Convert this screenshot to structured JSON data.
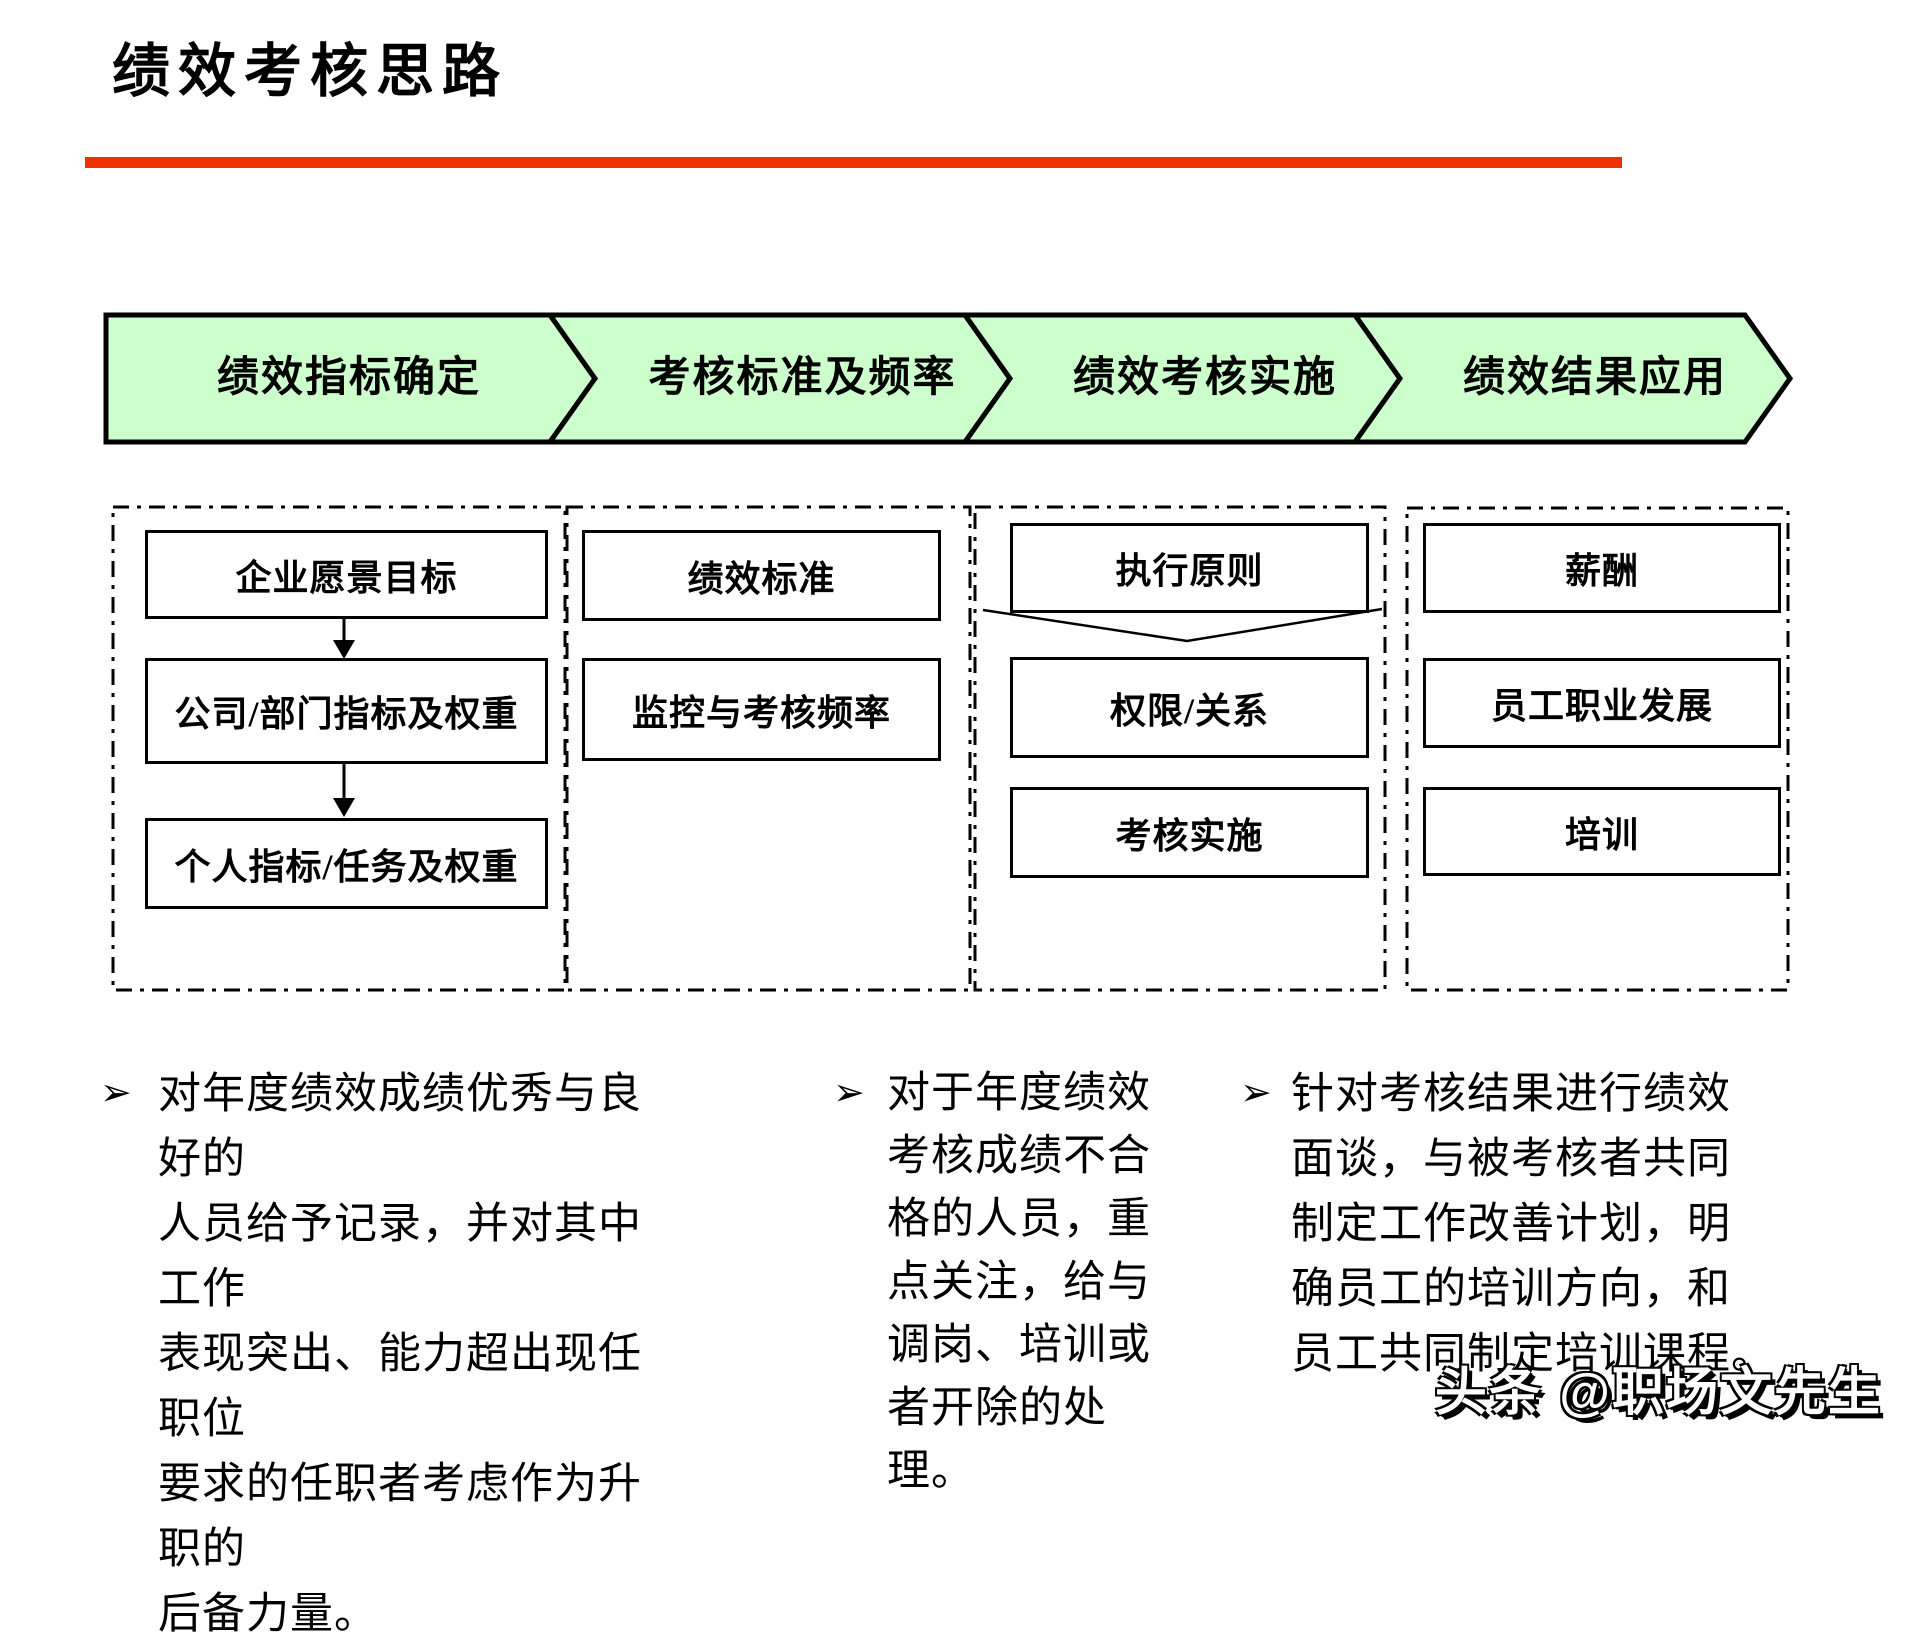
{
  "slide": {
    "title": "绩效考核思路",
    "watermark": "头条 @职场文先生",
    "colors": {
      "accent_red": "#f13000",
      "chevron_green": "#ccffcc",
      "line_black": "#000000"
    }
  },
  "process": {
    "steps": [
      "绩效指标确定",
      "考核标准及频率",
      "绩效考核实施",
      "绩效结果应用"
    ]
  },
  "columns": [
    {
      "boxes": [
        "企业愿景目标",
        "公司/部门指标及权重",
        "个人指标/任务及权重"
      ]
    },
    {
      "boxes": [
        "绩效标准",
        "监控与考核频率"
      ]
    },
    {
      "boxes": [
        "执行原则",
        "权限/关系",
        "考核实施"
      ]
    },
    {
      "boxes": [
        "薪酬",
        "员工职业发展",
        "培训"
      ]
    }
  ],
  "bullets": [
    {
      "marker": "➢",
      "text": "对年度绩效成绩优秀与良好的\n人员给予记录，并对其中工作\n表现突出、能力超出现任职位\n要求的任职者考虑作为升职的\n后备力量。"
    },
    {
      "marker": "➢",
      "text": "对于年度绩效\n考核成绩不合\n格的人员，重\n点关注，给与\n调岗、培训或\n者开除的处理。"
    },
    {
      "marker": "➢",
      "text": "针对考核结果进行绩效\n面谈，与被考核者共同\n制定工作改善计划，明\n确员工的培训方向，和\n员工共同制定培训课程。"
    }
  ]
}
